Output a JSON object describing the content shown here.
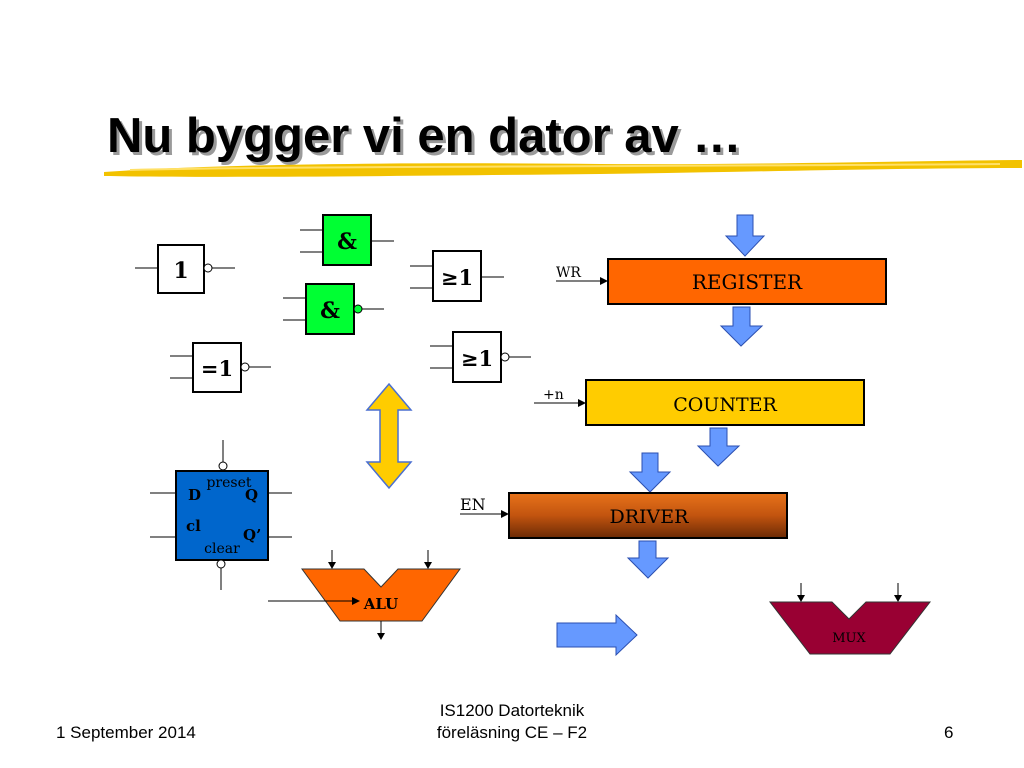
{
  "title": "Nu bygger vi en dator av …",
  "gates": {
    "not_gate": "1",
    "and_gate_1": "&",
    "and_gate_2": "&",
    "or_gate_1": "≥1",
    "or_gate_2": "≥1",
    "xor_gate": "=1"
  },
  "flipflop": {
    "preset": "preset",
    "d": "D",
    "q": "Q",
    "cl": "cl",
    "q_not": "Q’",
    "clear": "clear"
  },
  "blocks": {
    "register": "REGISTER",
    "wr": "WR",
    "counter": "COUNTER",
    "plus_n": "+n",
    "driver": "DRIVER",
    "en": "EN",
    "alu": "ALU",
    "mux": "MUX"
  },
  "colors": {
    "gate_green": "#00ff33",
    "flipflop_blue": "#0066cc",
    "register_orange": "#ff6600",
    "counter_yellow": "#ffcc00",
    "arrow_blue": "#6699ff",
    "arrow_yellow": "#ffcc00",
    "mux_red": "#990033"
  },
  "footer": {
    "date": "1 September 2014",
    "course_line1": "IS1200 Datorteknik",
    "course_line2": "föreläsning CE – F2",
    "page": "6"
  }
}
